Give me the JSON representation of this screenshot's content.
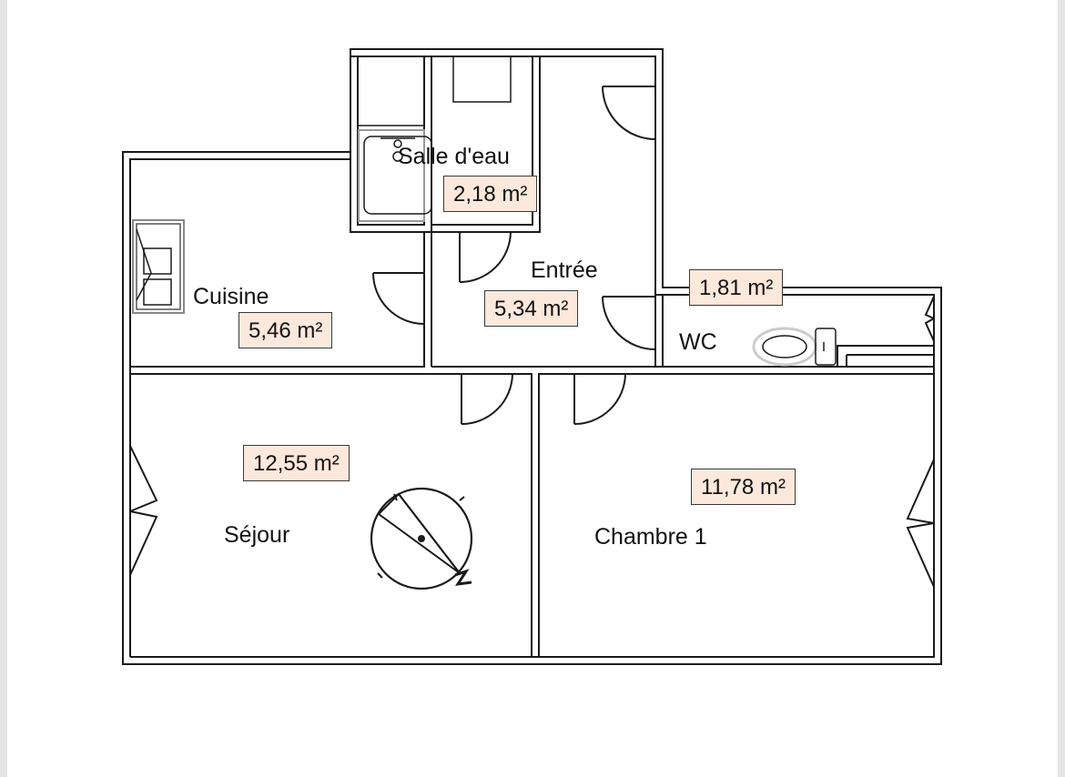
{
  "rooms": {
    "salle_deau": {
      "label": "Salle d'eau",
      "area": "2,18 m²"
    },
    "cuisine": {
      "label": "Cuisine",
      "area": "5,46 m²"
    },
    "entree": {
      "label": "Entrée",
      "area": "5,34 m²"
    },
    "wc": {
      "label": "WC",
      "area": "1,81 m²"
    },
    "sejour": {
      "label": "Séjour",
      "area": "12,55 m²"
    },
    "chambre1": {
      "label": "Chambre 1",
      "area": "11,78 m²"
    }
  },
  "colors": {
    "wall": "#1a1a1a",
    "area_fill": "#fde8dc",
    "page_frame": "#e4e4e4"
  },
  "icons": {
    "compass": "north-arrow-compass-icon",
    "sink": "kitchen-sink-icon",
    "shower": "shower-tray-icon",
    "toilet": "toilet-icon"
  }
}
